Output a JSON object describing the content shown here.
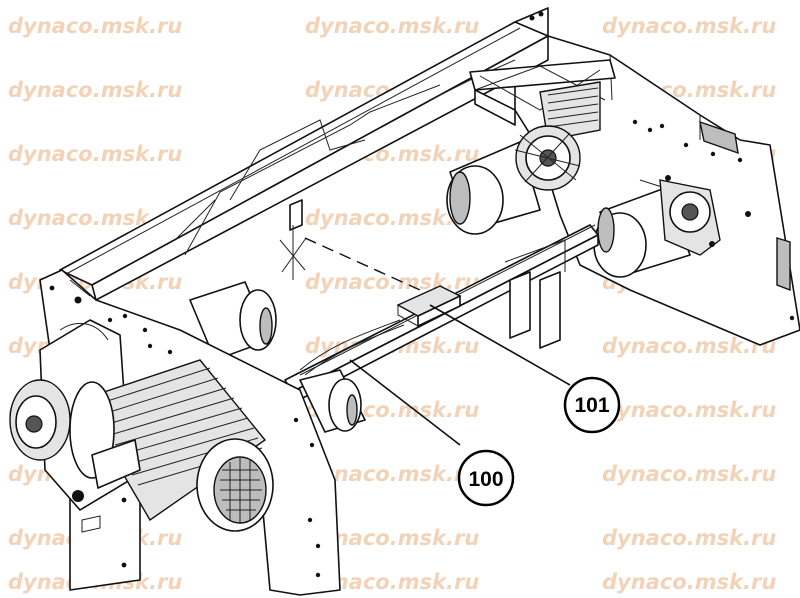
{
  "watermark": {
    "text": "dynaco.msk.ru",
    "color": "#f3d3b8"
  },
  "callouts": [
    {
      "id": "100",
      "label": "100"
    },
    {
      "id": "101",
      "label": "101"
    }
  ]
}
